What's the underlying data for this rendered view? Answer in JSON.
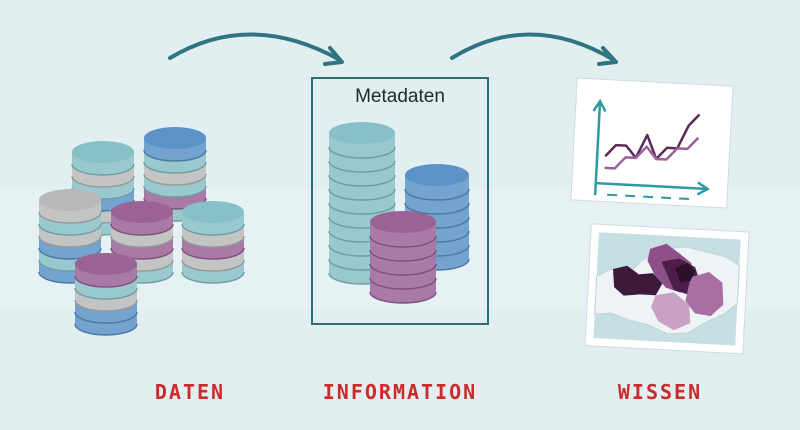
{
  "metadata_label": "Metadaten",
  "stages": [
    {
      "id": "daten",
      "label": "DATEN"
    },
    {
      "id": "information",
      "label": "INFORMATION"
    },
    {
      "id": "wissen",
      "label": "WISSEN"
    }
  ],
  "colors": {
    "background": "#e2eff1",
    "label": "#cc2b2b",
    "arrow": "#2f7480",
    "frame": "#2f6e73",
    "teal": "#87c0c7",
    "blue": "#5c93c6",
    "purple": "#9b6296",
    "gray": "#b8b9b9",
    "dark_purple": "#3e1a3a"
  },
  "chart_data": {
    "type": "line",
    "series": [
      {
        "values": [
          2,
          3,
          3,
          2,
          4,
          2,
          3,
          3,
          5,
          6
        ]
      },
      {
        "values": [
          1,
          1,
          2,
          2,
          3,
          2,
          2,
          3,
          3,
          4
        ]
      }
    ]
  }
}
